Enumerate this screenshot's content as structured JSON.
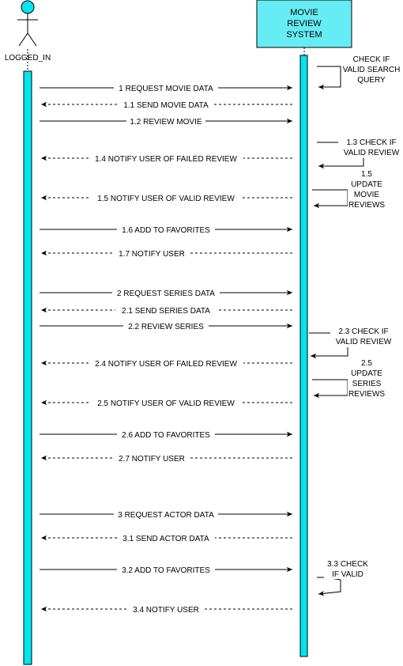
{
  "actor": {
    "name": "LOGGED_IN"
  },
  "system": {
    "lines": [
      "MOVIE",
      "REVIEW",
      "SYSTEM"
    ]
  },
  "colors": {
    "activation": "#00e5ee",
    "actor_head": "#00e5ee",
    "system_box": "#66ecf4",
    "stroke": "#000000"
  },
  "messages": [
    {
      "id": "m1",
      "label": "1 REQUEST MOVIE DATA",
      "direction": "to-system"
    },
    {
      "id": "m1_1",
      "label": "1.1 SEND MOVIE DATA",
      "direction": "to-actor"
    },
    {
      "id": "m1_2",
      "label": "1.2 REVIEW MOVIE",
      "direction": "to-system"
    },
    {
      "id": "m1_4",
      "label": "1.4 NOTIFY USER OF FAILED REVIEW",
      "direction": "to-actor"
    },
    {
      "id": "m1_5",
      "label": "1.5 NOTIFY USER OF VALID REVIEW",
      "direction": "to-actor"
    },
    {
      "id": "m1_6",
      "label": "1.6 ADD TO FAVORITES",
      "direction": "to-system"
    },
    {
      "id": "m1_7",
      "label": "1.7 NOTIFY USER",
      "direction": "to-actor"
    },
    {
      "id": "m2",
      "label": "2 REQUEST SERIES DATA",
      "direction": "to-system"
    },
    {
      "id": "m2_1",
      "label": "2.1 SEND SERIES DATA",
      "direction": "to-actor"
    },
    {
      "id": "m2_2",
      "label": "2.2 REVIEW SERIES",
      "direction": "to-system"
    },
    {
      "id": "m2_4",
      "label": "2.4 NOTIFY USER OF FAILED REVIEW",
      "direction": "to-actor"
    },
    {
      "id": "m2_5",
      "label": "2.5 NOTIFY USER OF VALID REVIEW",
      "direction": "to-actor"
    },
    {
      "id": "m2_6",
      "label": "2.6 ADD TO FAVORITES",
      "direction": "to-system"
    },
    {
      "id": "m2_7",
      "label": "2.7 NOTIFY USER",
      "direction": "to-actor"
    },
    {
      "id": "m3",
      "label": "3 REQUEST ACTOR DATA",
      "direction": "to-system"
    },
    {
      "id": "m3_1",
      "label": "3.1 SEND ACTOR DATA",
      "direction": "to-actor"
    },
    {
      "id": "m3_2",
      "label": "3.2 ADD TO FAVORITES",
      "direction": "to-system"
    },
    {
      "id": "m3_4",
      "label": "3.4 NOTIFY USER",
      "direction": "to-actor"
    }
  ],
  "self_calls": [
    {
      "id": "s1",
      "lines": [
        "CHECK IF",
        "VALID SEARCH",
        "QUERY"
      ]
    },
    {
      "id": "s1_3",
      "lines": [
        "1.3 CHECK IF",
        "VALID REVIEW"
      ]
    },
    {
      "id": "s1_5",
      "lines": [
        "1.5",
        "UPDATE",
        "MOVIE",
        "REVIEWS"
      ]
    },
    {
      "id": "s2_3",
      "lines": [
        "2.3 CHECK IF",
        "VALID REVIEW"
      ]
    },
    {
      "id": "s2_5",
      "lines": [
        "2.5",
        "UPDATE",
        "SERIES",
        "REVIEWS"
      ]
    },
    {
      "id": "s3_3",
      "lines": [
        "3.3 CHECK",
        "IF VALID"
      ]
    }
  ]
}
